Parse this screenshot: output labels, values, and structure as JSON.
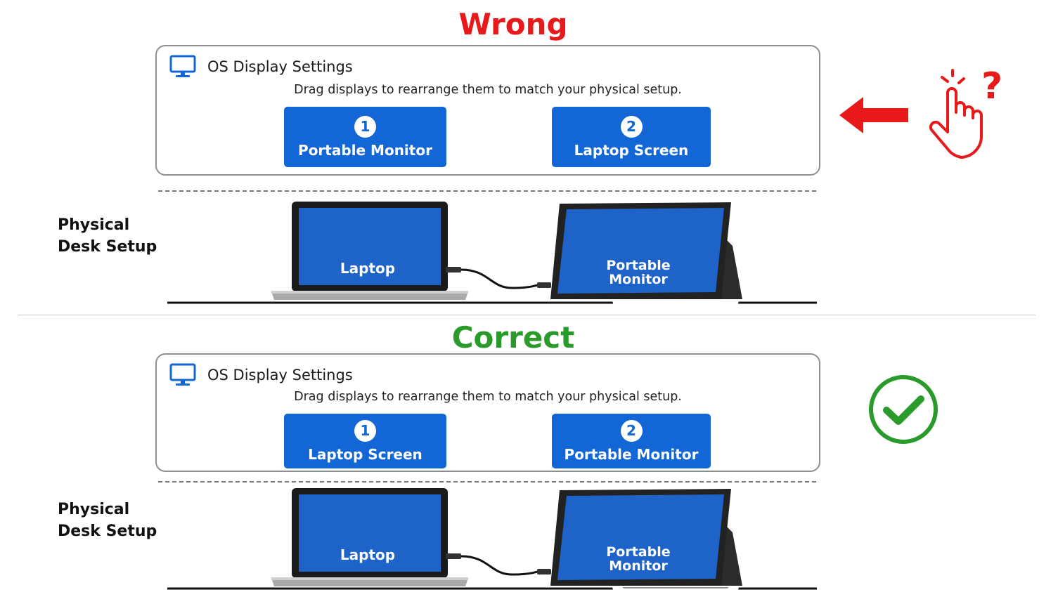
{
  "colors": {
    "wrong": "#e8191b",
    "correct": "#2a9a2a",
    "tile_blue": "#1366d6",
    "screen_blue": "#1e63c8"
  },
  "wrong": {
    "title": "Wrong",
    "settings": {
      "title": "OS Display Settings",
      "subtitle": "Drag displays to rearrange them to match your physical setup.",
      "displays": [
        {
          "number": "1",
          "label": "Portable Monitor"
        },
        {
          "number": "2",
          "label": "Laptop Screen"
        }
      ]
    },
    "desk": {
      "label_line1": "Physical",
      "label_line2": "Desk Setup",
      "laptop_label": "Laptop",
      "monitor_label_line1": "Portable",
      "monitor_label_line2": "Monitor"
    },
    "indicator_icons": [
      "left-arrow-icon",
      "confused-tap-hand-icon"
    ]
  },
  "correct": {
    "title": "Correct",
    "settings": {
      "title": "OS Display Settings",
      "subtitle": "Drag displays to rearrange them to match your physical setup.",
      "displays": [
        {
          "number": "1",
          "label": "Laptop Screen"
        },
        {
          "number": "2",
          "label": "Portable Monitor"
        }
      ]
    },
    "desk": {
      "label_line1": "Physical",
      "label_line2": "Desk Setup",
      "laptop_label": "Laptop",
      "monitor_label_line1": "Portable",
      "monitor_label_line2": "Monitor"
    },
    "indicator_icons": [
      "check-circle-icon"
    ]
  }
}
